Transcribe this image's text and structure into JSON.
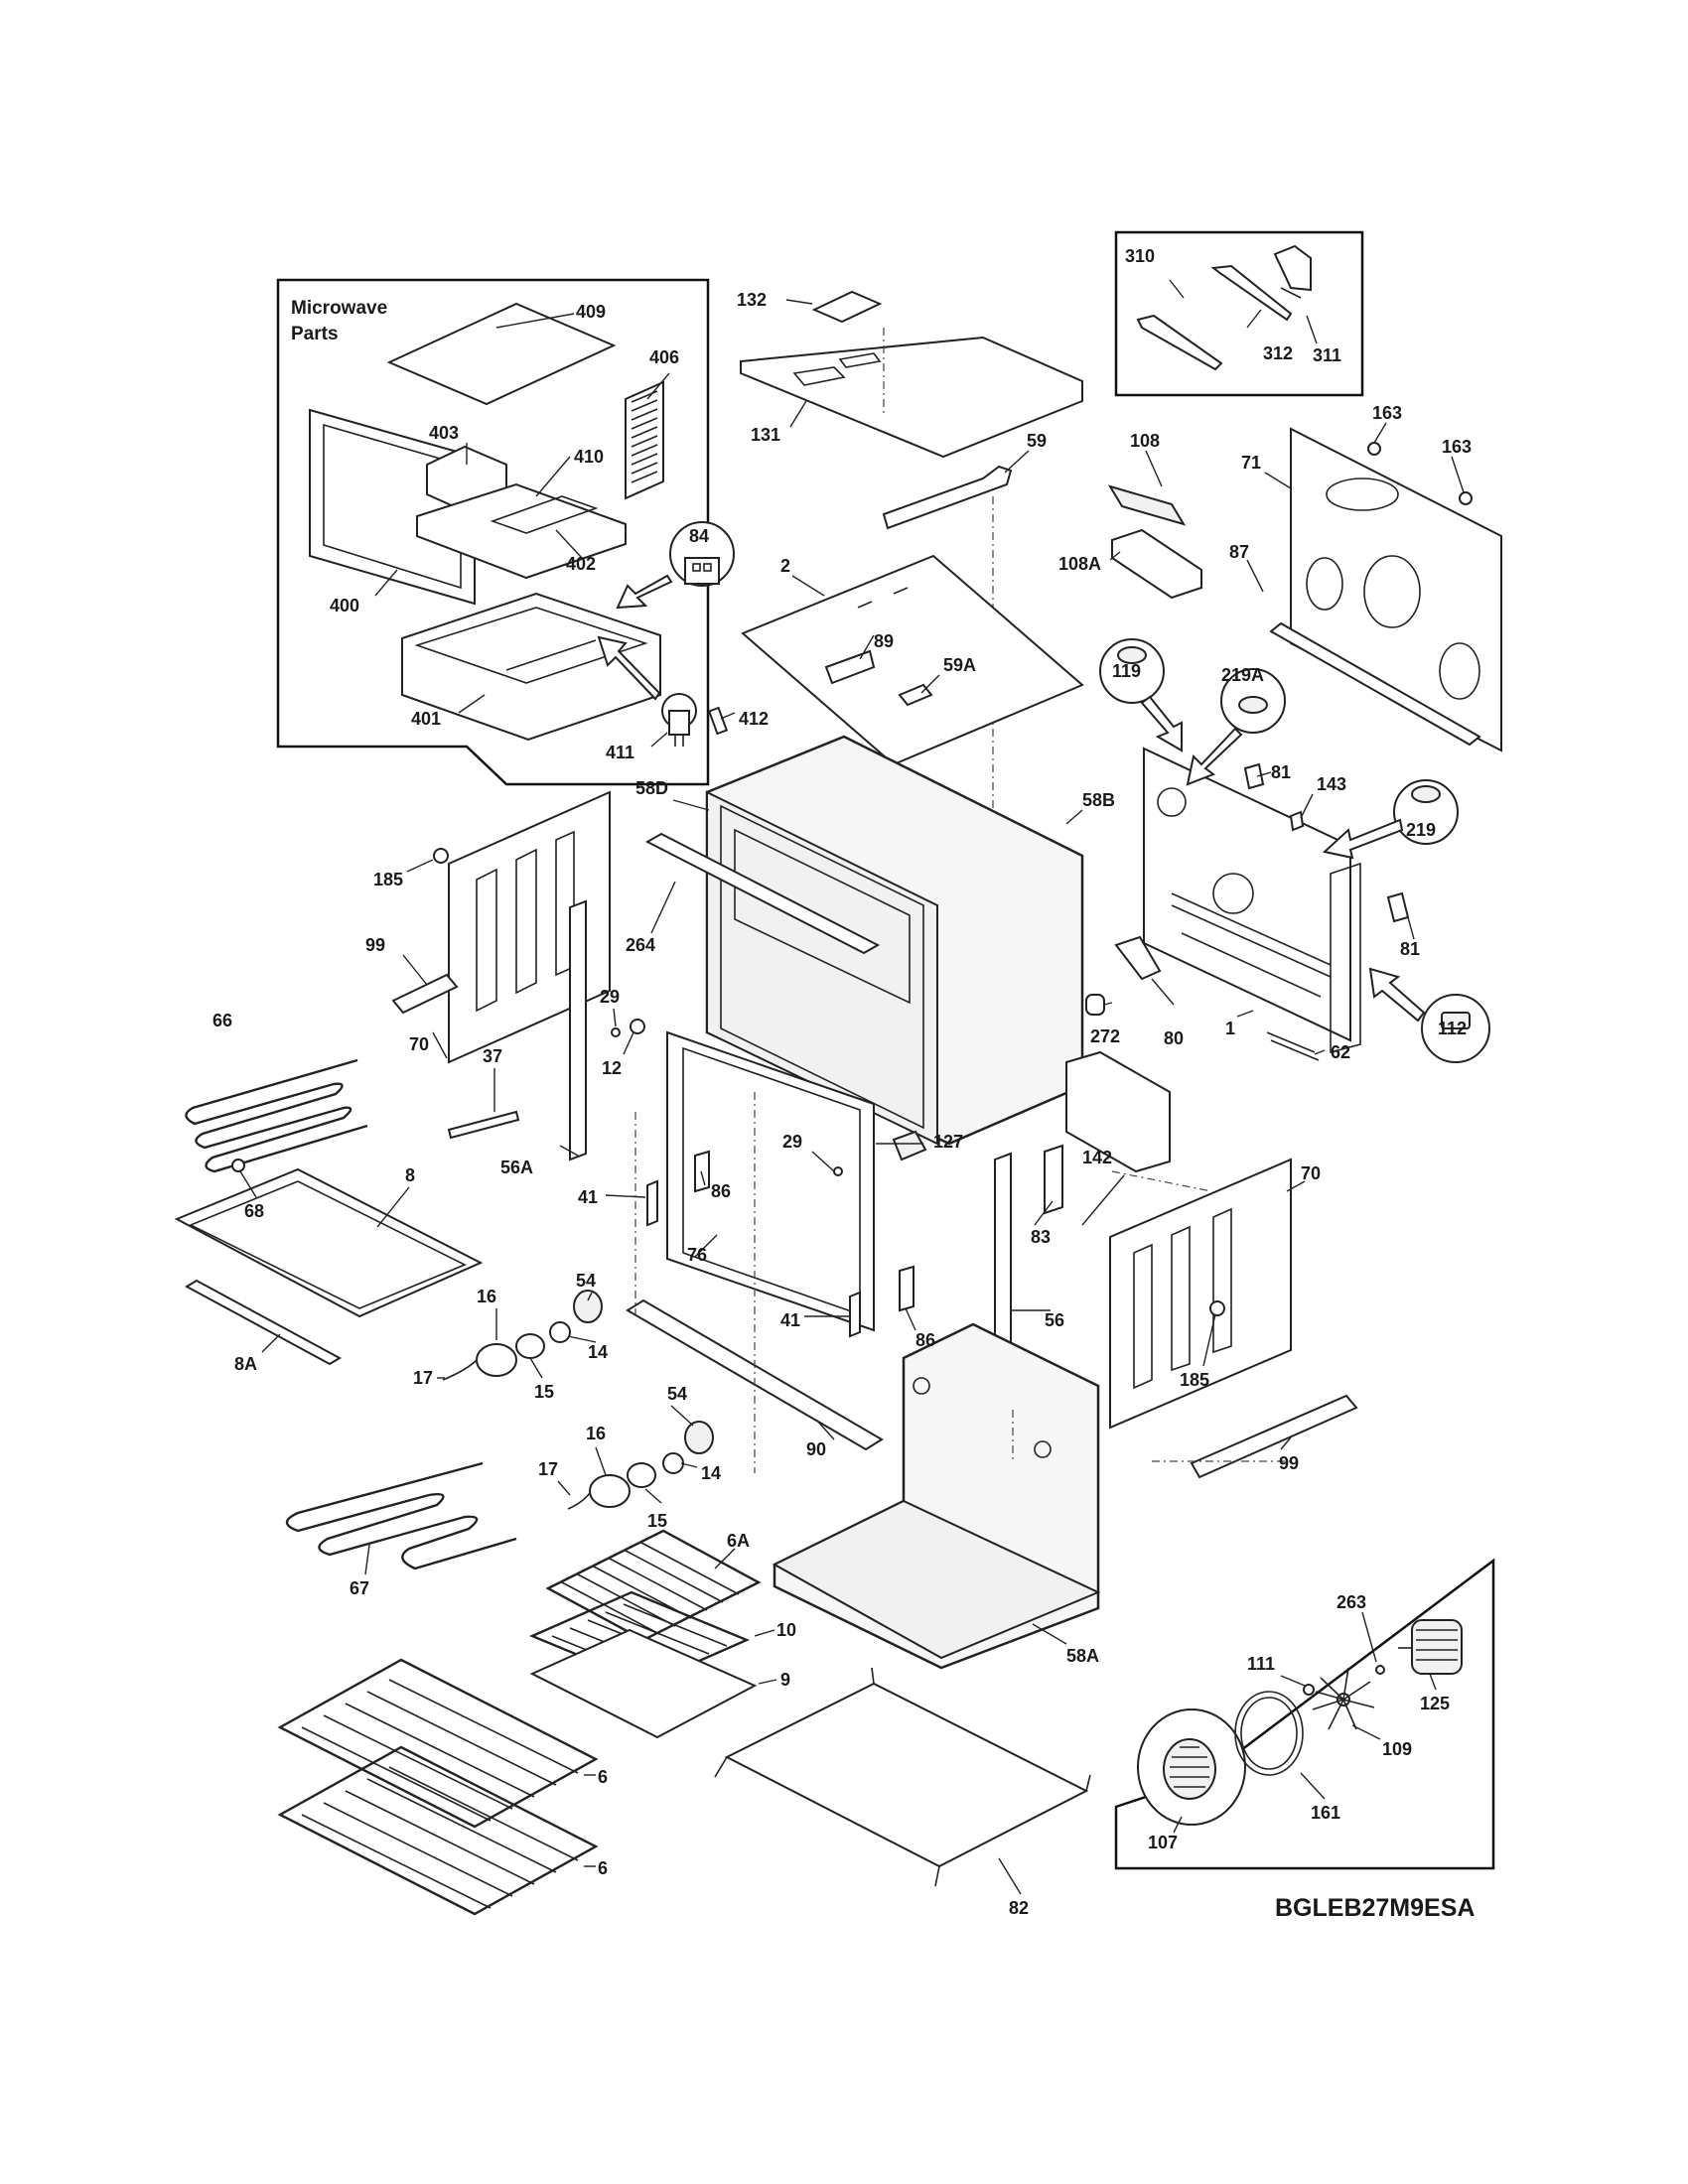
{
  "model_number": "BGLEB27M9ESA",
  "insets": {
    "microwave": {
      "title_line1": "Microwave",
      "title_line2": "Parts"
    },
    "bracket_group": {
      "title": "310"
    },
    "convection_fan": {
      "title": ""
    }
  },
  "callouts": [
    {
      "id": "c132",
      "text": "132"
    },
    {
      "id": "c131",
      "text": "131"
    },
    {
      "id": "c409",
      "text": "409"
    },
    {
      "id": "c406",
      "text": "406"
    },
    {
      "id": "c403",
      "text": "403"
    },
    {
      "id": "c410",
      "text": "410"
    },
    {
      "id": "c402",
      "text": "402"
    },
    {
      "id": "c400",
      "text": "400"
    },
    {
      "id": "c401",
      "text": "401"
    },
    {
      "id": "c411",
      "text": "411"
    },
    {
      "id": "c412",
      "text": "412"
    },
    {
      "id": "c84",
      "text": "84"
    },
    {
      "id": "c310",
      "text": "310"
    },
    {
      "id": "c312",
      "text": "312"
    },
    {
      "id": "c311",
      "text": "311"
    },
    {
      "id": "c59",
      "text": "59"
    },
    {
      "id": "c108",
      "text": "108"
    },
    {
      "id": "c108A",
      "text": "108A"
    },
    {
      "id": "c163a",
      "text": "163"
    },
    {
      "id": "c163b",
      "text": "163"
    },
    {
      "id": "c71",
      "text": "71"
    },
    {
      "id": "c87",
      "text": "87"
    },
    {
      "id": "c2",
      "text": "2"
    },
    {
      "id": "c89",
      "text": "89"
    },
    {
      "id": "c59A",
      "text": "59A"
    },
    {
      "id": "c119",
      "text": "119"
    },
    {
      "id": "c219A",
      "text": "219A"
    },
    {
      "id": "c58D",
      "text": "58D"
    },
    {
      "id": "c58B",
      "text": "58B"
    },
    {
      "id": "c81a",
      "text": "81"
    },
    {
      "id": "c143",
      "text": "143"
    },
    {
      "id": "c219",
      "text": "219"
    },
    {
      "id": "c185a",
      "text": "185"
    },
    {
      "id": "c264",
      "text": "264"
    },
    {
      "id": "c99a",
      "text": "99"
    },
    {
      "id": "c70a",
      "text": "70"
    },
    {
      "id": "c66",
      "text": "66"
    },
    {
      "id": "c37",
      "text": "37"
    },
    {
      "id": "c29a",
      "text": "29"
    },
    {
      "id": "c12",
      "text": "12"
    },
    {
      "id": "c272",
      "text": "272"
    },
    {
      "id": "c80",
      "text": "80"
    },
    {
      "id": "c1",
      "text": "1"
    },
    {
      "id": "c81b",
      "text": "81"
    },
    {
      "id": "c112",
      "text": "112"
    },
    {
      "id": "c62",
      "text": "62"
    },
    {
      "id": "c8",
      "text": "8"
    },
    {
      "id": "c68",
      "text": "68"
    },
    {
      "id": "c56A",
      "text": "56A"
    },
    {
      "id": "c41a",
      "text": "41"
    },
    {
      "id": "c29b",
      "text": "29"
    },
    {
      "id": "c127",
      "text": "127"
    },
    {
      "id": "c86a",
      "text": "86"
    },
    {
      "id": "c142",
      "text": "142"
    },
    {
      "id": "c83",
      "text": "83"
    },
    {
      "id": "c70b",
      "text": "70"
    },
    {
      "id": "c76",
      "text": "76"
    },
    {
      "id": "c54a",
      "text": "54"
    },
    {
      "id": "c16a",
      "text": "16"
    },
    {
      "id": "c14a",
      "text": "14"
    },
    {
      "id": "c17a",
      "text": "17"
    },
    {
      "id": "c15a",
      "text": "15"
    },
    {
      "id": "c8A",
      "text": "8A"
    },
    {
      "id": "c41b",
      "text": "41"
    },
    {
      "id": "c86b",
      "text": "86"
    },
    {
      "id": "c56",
      "text": "56"
    },
    {
      "id": "c185b",
      "text": "185"
    },
    {
      "id": "c90",
      "text": "90"
    },
    {
      "id": "c54b",
      "text": "54"
    },
    {
      "id": "c16b",
      "text": "16"
    },
    {
      "id": "c17b",
      "text": "17"
    },
    {
      "id": "c14b",
      "text": "14"
    },
    {
      "id": "c15b",
      "text": "15"
    },
    {
      "id": "c6A",
      "text": "6A"
    },
    {
      "id": "c99b",
      "text": "99"
    },
    {
      "id": "c67",
      "text": "67"
    },
    {
      "id": "c10",
      "text": "10"
    },
    {
      "id": "c9",
      "text": "9"
    },
    {
      "id": "c58A",
      "text": "58A"
    },
    {
      "id": "c263",
      "text": "263"
    },
    {
      "id": "c111",
      "text": "111"
    },
    {
      "id": "c125",
      "text": "125"
    },
    {
      "id": "c6a",
      "text": "6"
    },
    {
      "id": "c6b",
      "text": "6"
    },
    {
      "id": "c109",
      "text": "109"
    },
    {
      "id": "c161",
      "text": "161"
    },
    {
      "id": "c107",
      "text": "107"
    },
    {
      "id": "c82",
      "text": "82"
    }
  ]
}
